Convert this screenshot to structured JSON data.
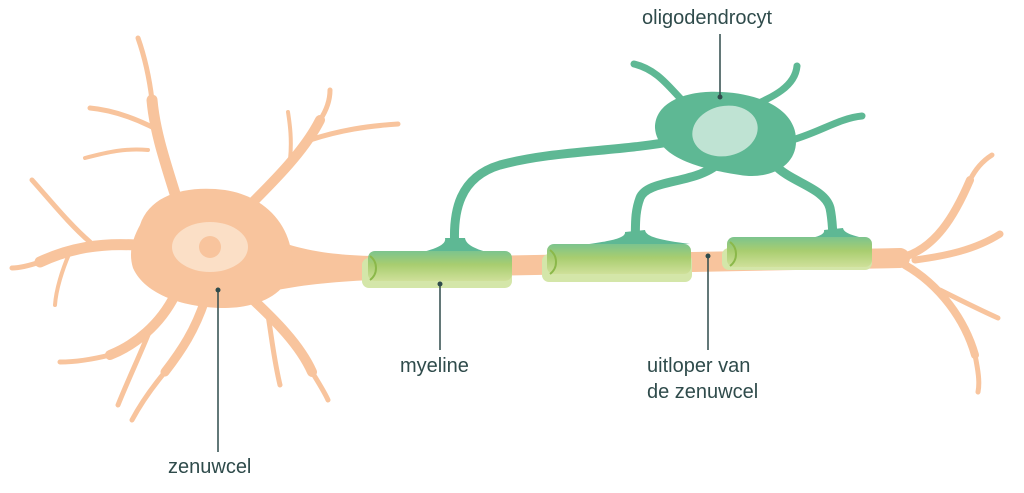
{
  "labels": {
    "oligodendrocyte": "oligodendrocyt",
    "myelin": "myeline",
    "axon_line1": "uitloper van",
    "axon_line2": "de zenuwcel",
    "neuron": "zenuwcel"
  },
  "colors": {
    "neuron": "#f8c49d",
    "neuron_highlight": "#fbdfc6",
    "glia": "#5eb894",
    "glia_highlight": "#bfe3d3",
    "myelin_back": "#d4e6a9",
    "myelin_top": "#9fca73",
    "leader_line": "#2f4b4b",
    "text": "#2f4b4b"
  }
}
